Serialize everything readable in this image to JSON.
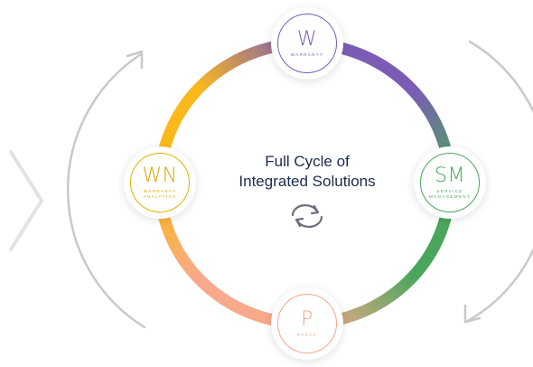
{
  "center": {
    "line1": "Full Cycle of",
    "line2": "Integrated Solutions"
  },
  "nodes": {
    "warranty": {
      "abbr": "W",
      "label": "WARRANTY",
      "color": "#7b5cb5"
    },
    "service_management": {
      "abbr": "SM",
      "label": "SERVICE MANAGEMENT",
      "color": "#4aa65c"
    },
    "warranty_analytics": {
      "abbr": "WN",
      "label": "WARRANTY ANALYTICS",
      "color": "#e0b000"
    },
    "parts": {
      "abbr": "P",
      "label": "PARTS",
      "color": "#f4a78a"
    }
  },
  "icons": {
    "cycle": "refresh-icon",
    "left_arrow": "arrow-up-right-icon",
    "right_arrow": "arrow-down-left-icon",
    "chevron": "chevron-right-icon"
  }
}
